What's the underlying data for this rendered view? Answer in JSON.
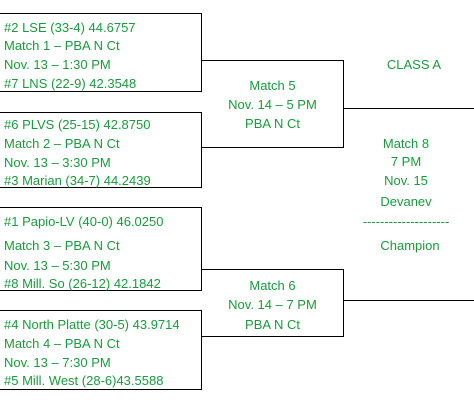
{
  "colors": {
    "text": "#1a9a3c",
    "lines": "#000000",
    "background": "#ffffff"
  },
  "class_label": "CLASS A",
  "matches": {
    "m1": {
      "seed_top": "#2 LSE (33-4) 44.6757",
      "label": "Match 1 – PBA N Ct",
      "time": "Nov. 13 – 1:30 PM",
      "seed_bottom": "#7 LNS (22-9) 42.3548"
    },
    "m2": {
      "seed_top": "#6 PLVS (25-15) 42.8750",
      "label": "Match 2 – PBA N Ct",
      "time": "Nov. 13 – 3:30 PM",
      "seed_bottom": "#3 Marian (34-7) 44.2439"
    },
    "m3": {
      "seed_top": "#1 Papio-LV (40-0) 46.0250",
      "label": "Match 3 – PBA N Ct",
      "time": "Nov. 13 – 5:30 PM",
      "seed_bottom": "#8 Mill. So (26-12) 42.1842"
    },
    "m4": {
      "seed_top": "#4 North Platte (30-5) 43.9714",
      "label": "Match 4 – PBA N Ct",
      "time": "Nov. 13 – 7:30 PM",
      "seed_bottom": "#5 Mill. West (28-6)43.5588"
    },
    "m5": {
      "label": "Match 5",
      "time": "Nov. 14 – 5 PM",
      "venue": "PBA N Ct"
    },
    "m6": {
      "label": "Match 6",
      "time": "Nov. 14 – 7 PM",
      "venue": "PBA N Ct"
    },
    "m8": {
      "label": "Match 8",
      "time": "7 PM",
      "date": "Nov. 15",
      "venue": "Devanev",
      "divider": "--------------------",
      "result": "Champion"
    }
  }
}
